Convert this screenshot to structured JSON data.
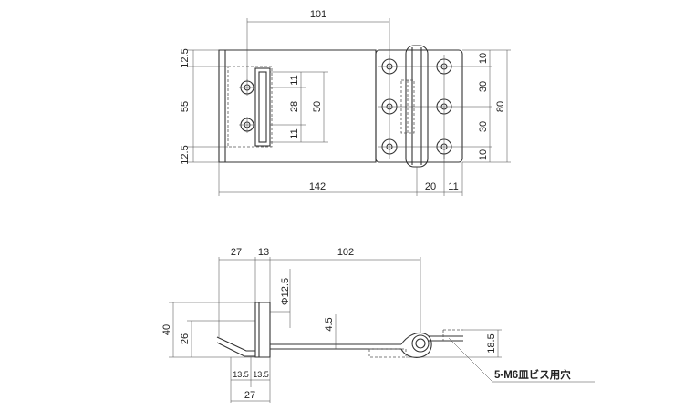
{
  "top_view": {
    "dims": {
      "width_101": "101",
      "top_12_5": "12.5",
      "left_55": "55",
      "bottom_12_5": "12.5",
      "slot_11_top": "11",
      "slot_28": "28",
      "slot_11_bottom": "11",
      "inner_50": "50",
      "right_10_top": "10",
      "right_30_top": "30",
      "right_30_bottom": "30",
      "right_10_bottom": "10",
      "total_80": "80",
      "length_142": "142",
      "hinge_20": "20",
      "edge_11": "11"
    }
  },
  "side_view": {
    "dims": {
      "left_27": "27",
      "flange_13": "13",
      "span_102": "102",
      "dia_12_5": "Φ12.5",
      "thick_4_5": "4.5",
      "height_40": "40",
      "height_26": "26",
      "bot_13_5_a": "13.5",
      "bot_13_5_b": "13.5",
      "bot_27": "27",
      "right_18_5": "18.5"
    },
    "note": "5-M6皿ビス用穴"
  }
}
